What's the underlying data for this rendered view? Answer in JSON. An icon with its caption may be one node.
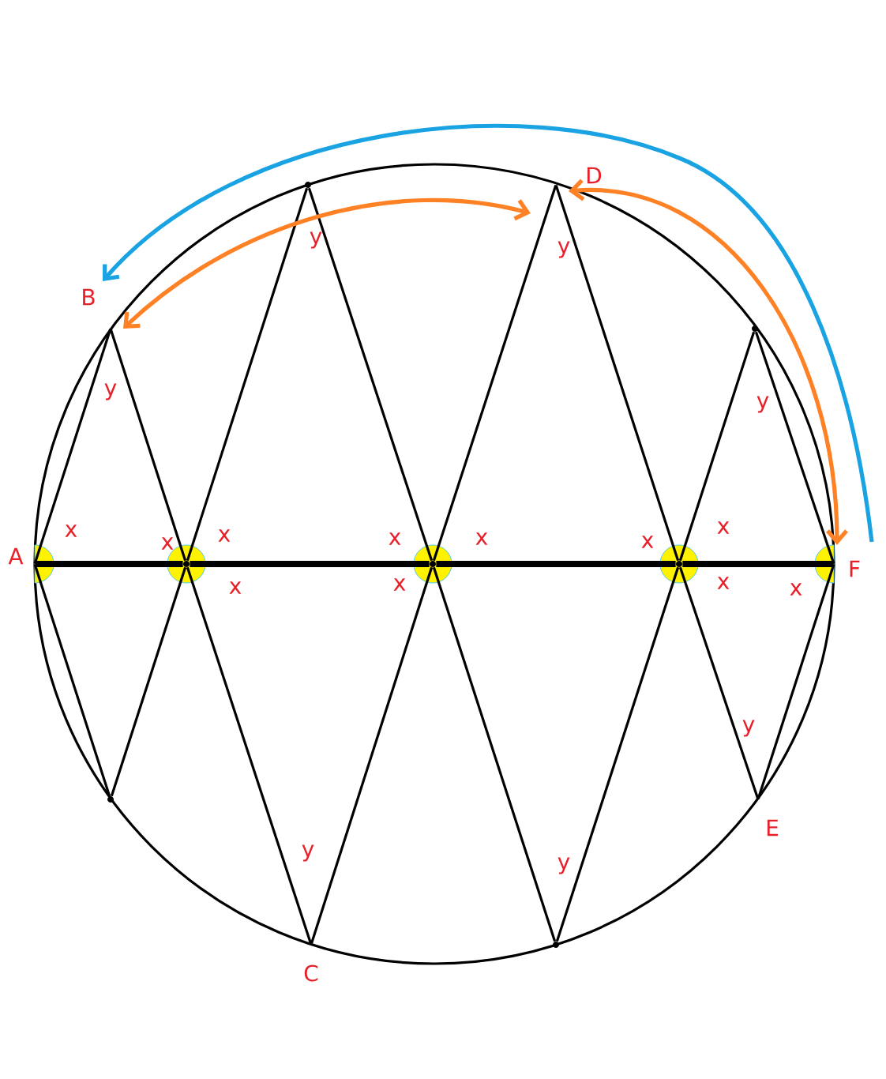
{
  "diagram": {
    "nodes": [
      {
        "text": [
          "A"
        ]
      },
      {
        "text": [
          "B"
        ]
      },
      {
        "text": [],
        "shape": "point"
      },
      {
        "text": [
          "D"
        ]
      },
      {
        "text": [],
        "shape": "point"
      },
      {
        "text": [
          "F"
        ]
      },
      {
        "text": [],
        "shape": "point"
      },
      {
        "text": [
          "C"
        ]
      },
      {
        "text": [],
        "shape": "point"
      },
      {
        "text": [
          "E"
        ]
      },
      {
        "text": [],
        "shape": "point"
      },
      {
        "text": [],
        "shape": "point"
      },
      {
        "text": [],
        "shape": "point"
      }
    ],
    "edges": [
      {
        "from": 0,
        "to": 1,
        "arrow": "none"
      },
      {
        "from": 1,
        "to": 10,
        "arrow": "none"
      },
      {
        "from": 10,
        "to": 2,
        "arrow": "none"
      },
      {
        "from": 2,
        "to": 11,
        "arrow": "none"
      },
      {
        "from": 11,
        "to": 3,
        "arrow": "none"
      },
      {
        "from": 3,
        "to": 12,
        "arrow": "none"
      },
      {
        "from": 12,
        "to": 4,
        "arrow": "none"
      },
      {
        "from": 4,
        "to": 5,
        "arrow": "none"
      },
      {
        "from": 0,
        "to": 6,
        "arrow": "none"
      },
      {
        "from": 6,
        "to": 10,
        "arrow": "none"
      },
      {
        "from": 10,
        "to": 7,
        "arrow": "none"
      },
      {
        "from": 7,
        "to": 11,
        "arrow": "none"
      },
      {
        "from": 11,
        "to": 8,
        "arrow": "none"
      },
      {
        "from": 8,
        "to": 12,
        "arrow": "none"
      },
      {
        "from": 12,
        "to": 9,
        "arrow": "none"
      },
      {
        "from": 9,
        "to": 5,
        "arrow": "none"
      },
      {
        "from": 0,
        "to": 10,
        "arrow": "none",
        "style": "thick"
      },
      {
        "from": 10,
        "to": 11,
        "arrow": "none",
        "style": "thick"
      },
      {
        "from": 11,
        "to": 12,
        "arrow": "none",
        "style": "thick"
      },
      {
        "from": 12,
        "to": 5,
        "arrow": "none",
        "style": "thick"
      },
      {
        "from": 5,
        "to": 1,
        "arrow": "to",
        "color": "#1aa3e2"
      },
      {
        "from": 1,
        "to": 3,
        "arrow": "both",
        "color": "#ff8125"
      },
      {
        "from": 3,
        "to": 5,
        "arrow": "both",
        "color": "#ff8125"
      }
    ],
    "labels": [
      "y",
      "y",
      "y",
      "y",
      "x",
      "x",
      "x",
      "x",
      "x",
      "x",
      "x",
      "x",
      "x",
      "x",
      "x",
      "y",
      "y",
      "y"
    ]
  }
}
